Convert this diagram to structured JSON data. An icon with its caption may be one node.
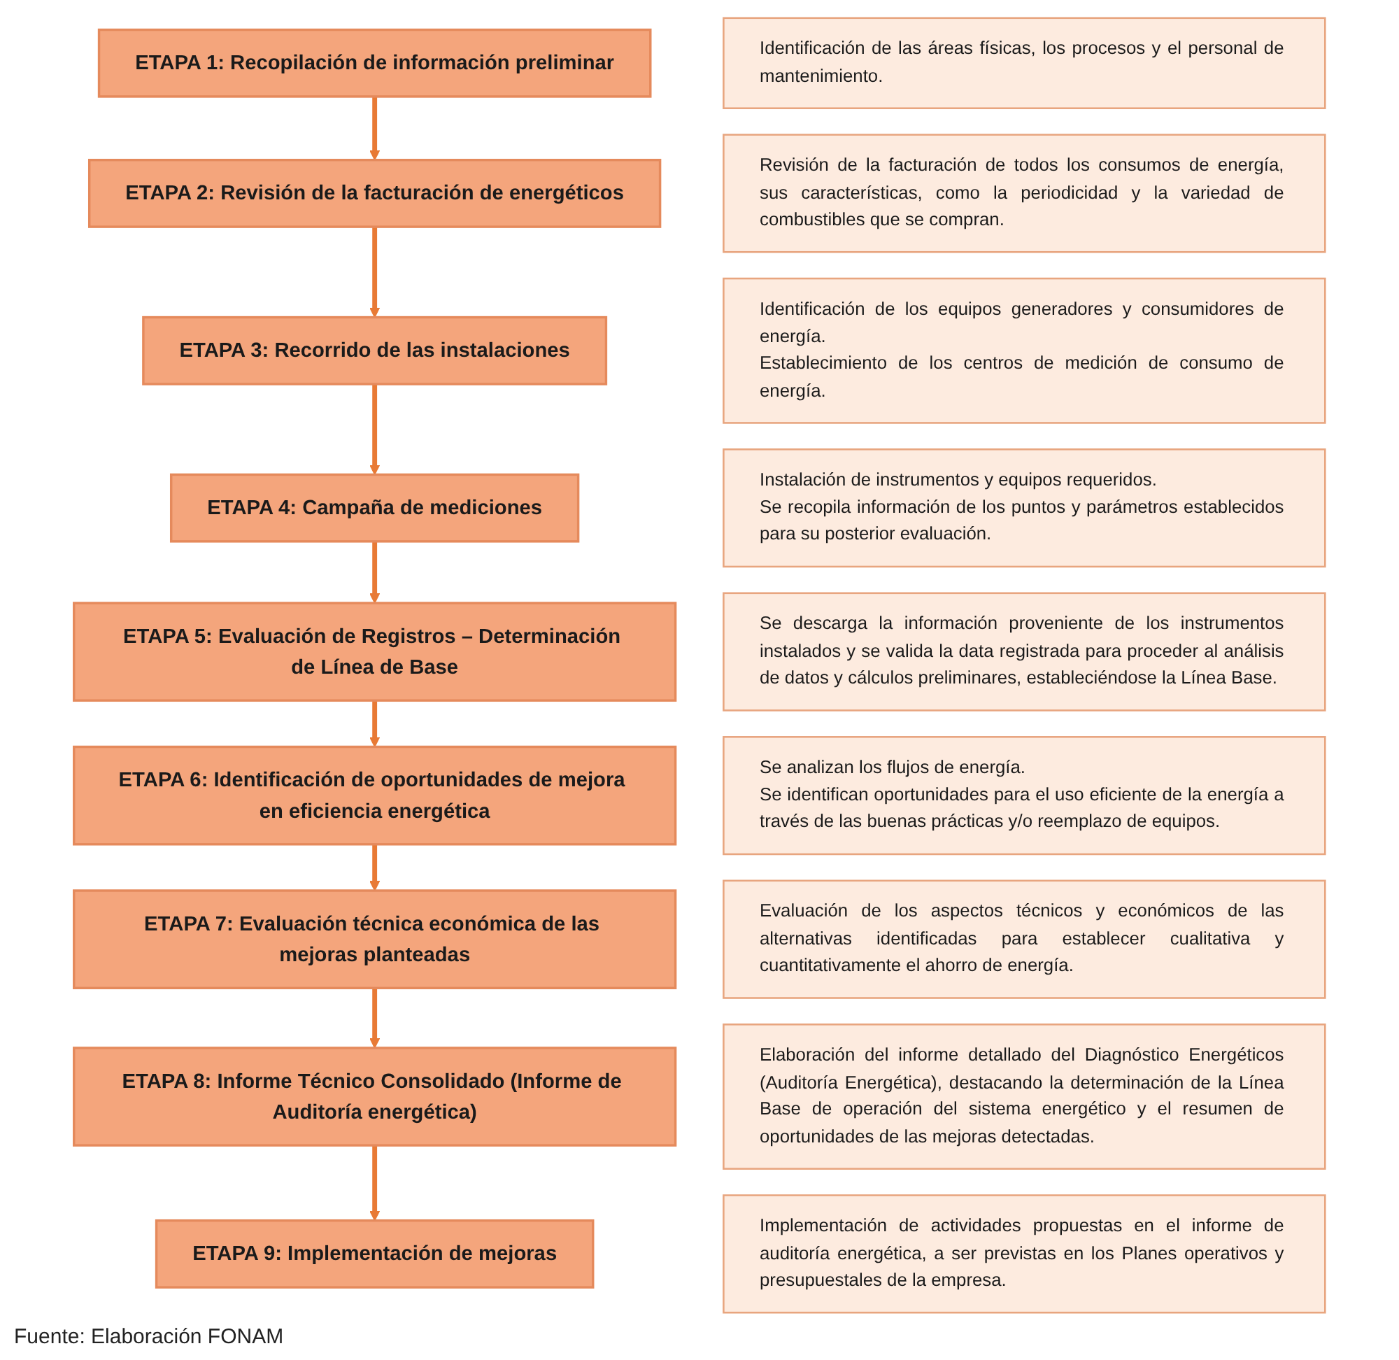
{
  "diagram": {
    "caption": "Fuente: Elaboración FONAM",
    "nodes": [
      {
        "text": [
          "ETAPA 1: Recopilación de información preliminar"
        ]
      },
      {
        "text": [
          "Identificación de las áreas físicas, los procesos y el personal de mantenimiento."
        ]
      },
      {
        "text": [
          "ETAPA 2: Revisión de la facturación de energéticos"
        ]
      },
      {
        "text": [
          "Revisión de la facturación de todos los consumos de energía, sus características, como la periodicidad y la variedad de combustibles que se compran."
        ]
      },
      {
        "text": [
          "ETAPA 3: Recorrido de las instalaciones"
        ]
      },
      {
        "text": [
          "Identificación de los equipos generadores y consumidores de energía.",
          "Establecimiento de los centros de medición de consumo de energía."
        ]
      },
      {
        "text": [
          "ETAPA 4: Campaña de mediciones"
        ]
      },
      {
        "text": [
          "Instalación de instrumentos y equipos requeridos.",
          "Se recopila información de los puntos y parámetros establecidos para su posterior evaluación."
        ]
      },
      {
        "text": [
          "ETAPA 5: Evaluación de Registros – Determinación de Línea de Base"
        ]
      },
      {
        "text": [
          "Se descarga la información proveniente de los instrumentos instalados y se valida la data registrada para proceder al análisis de datos y cálculos preliminares, estableciéndose la Línea Base."
        ]
      },
      {
        "text": [
          "ETAPA 6: Identificación de oportunidades de mejora en eficiencia energética"
        ]
      },
      {
        "text": [
          "Se analizan los flujos de energía.",
          "Se identifican oportunidades para el uso eficiente de la energía a través de las buenas prácticas y/o reemplazo de equipos."
        ]
      },
      {
        "text": [
          "ETAPA 7: Evaluación técnica económica de las mejoras planteadas"
        ]
      },
      {
        "text": [
          "Evaluación de los aspectos técnicos y económicos de las alternativas identificadas para establecer cualitativa y cuantitativamente el ahorro de energía."
        ]
      },
      {
        "text": [
          "ETAPA 8: Informe Técnico Consolidado (Informe de Auditoría energética)"
        ]
      },
      {
        "text": [
          "Elaboración del informe detallado del Diagnóstico Energéticos (Auditoría Energética), destacando la determinación de la Línea Base de operación del sistema energético y el resumen de oportunidades de las mejoras detectadas."
        ]
      },
      {
        "text": [
          "ETAPA 9: Implementación de mejoras"
        ]
      },
      {
        "text": [
          "Implementación de actividades propuestas en el informe de auditoría energética, a ser previstas en los Planes operativos y presupuestales de la empresa."
        ]
      }
    ],
    "edges": [
      {
        "from": 0,
        "to": 2,
        "arrow": "to"
      },
      {
        "from": 2,
        "to": 4,
        "arrow": "to"
      },
      {
        "from": 4,
        "to": 6,
        "arrow": "to"
      },
      {
        "from": 6,
        "to": 8,
        "arrow": "to"
      },
      {
        "from": 8,
        "to": 10,
        "arrow": "to"
      },
      {
        "from": 10,
        "to": 12,
        "arrow": "to"
      },
      {
        "from": 12,
        "to": 14,
        "arrow": "to"
      },
      {
        "from": 14,
        "to": 16,
        "arrow": "to"
      }
    ]
  }
}
